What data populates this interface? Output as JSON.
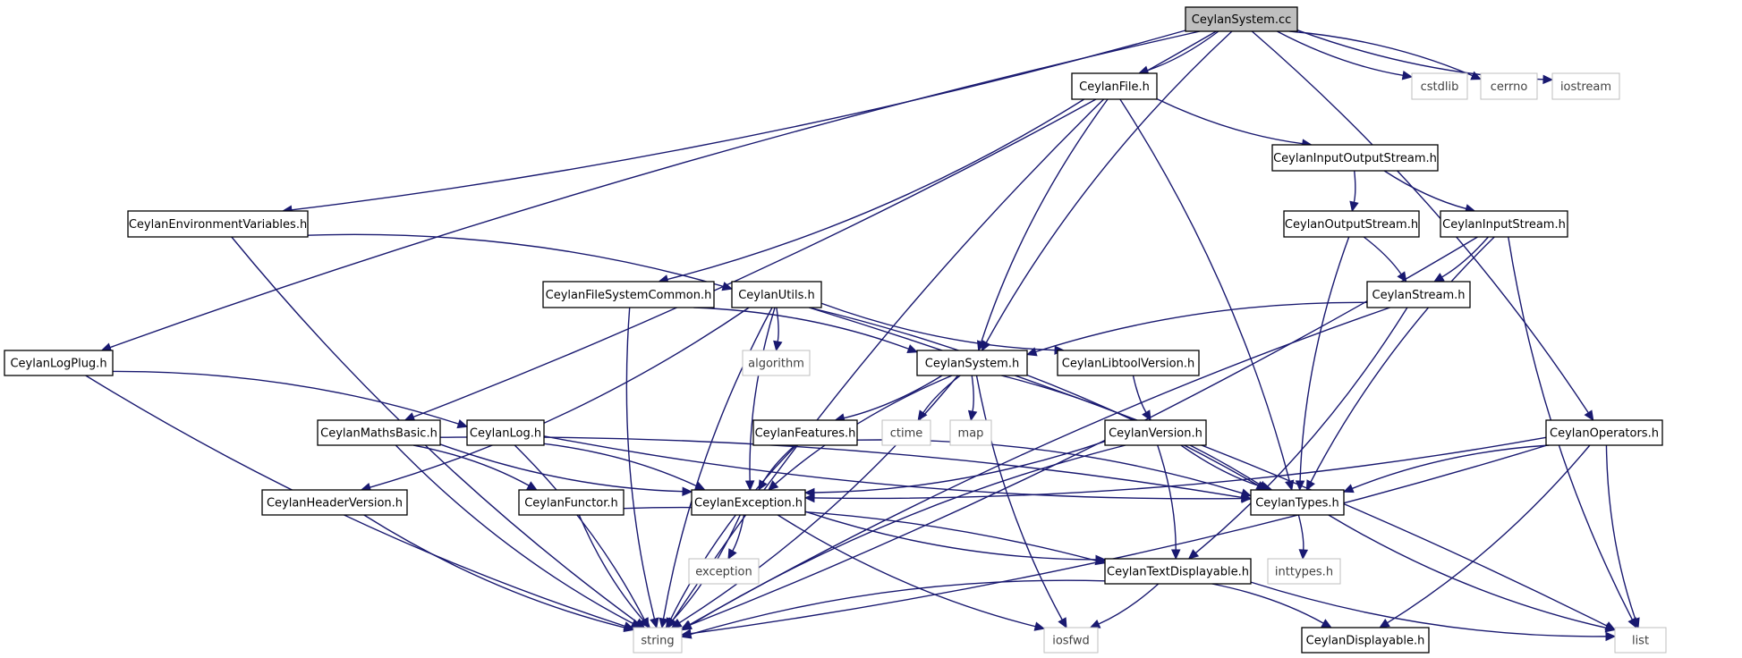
{
  "diagram": {
    "edge_color": "#191970",
    "root_fill": "#bfbfbf",
    "external_border": "#bfbfbf",
    "nodes": [
      {
        "id": "root",
        "label": "CeylanSystem.cc",
        "kind": "root"
      },
      {
        "id": "file",
        "label": "CeylanFile.h",
        "kind": "header"
      },
      {
        "id": "cstdlib",
        "label": "cstdlib",
        "kind": "external"
      },
      {
        "id": "cerrno",
        "label": "cerrno",
        "kind": "external"
      },
      {
        "id": "iostream",
        "label": "iostream",
        "kind": "external"
      },
      {
        "id": "envvars",
        "label": "CeylanEnvironmentVariables.h",
        "kind": "header"
      },
      {
        "id": "ios",
        "label": "CeylanInputOutputStream.h",
        "kind": "header"
      },
      {
        "id": "os",
        "label": "CeylanOutputStream.h",
        "kind": "header"
      },
      {
        "id": "is",
        "label": "CeylanInputStream.h",
        "kind": "header"
      },
      {
        "id": "fsc",
        "label": "CeylanFileSystemCommon.h",
        "kind": "header"
      },
      {
        "id": "utils",
        "label": "CeylanUtils.h",
        "kind": "header"
      },
      {
        "id": "stream",
        "label": "CeylanStream.h",
        "kind": "header"
      },
      {
        "id": "logplug",
        "label": "CeylanLogPlug.h",
        "kind": "header"
      },
      {
        "id": "algorithm",
        "label": "algorithm",
        "kind": "external"
      },
      {
        "id": "system",
        "label": "CeylanSystem.h",
        "kind": "header"
      },
      {
        "id": "libtool",
        "label": "CeylanLibtoolVersion.h",
        "kind": "header"
      },
      {
        "id": "maths",
        "label": "CeylanMathsBasic.h",
        "kind": "header"
      },
      {
        "id": "log",
        "label": "CeylanLog.h",
        "kind": "header"
      },
      {
        "id": "features",
        "label": "CeylanFeatures.h",
        "kind": "header"
      },
      {
        "id": "ctime",
        "label": "ctime",
        "kind": "external"
      },
      {
        "id": "map",
        "label": "map",
        "kind": "external"
      },
      {
        "id": "version",
        "label": "CeylanVersion.h",
        "kind": "header"
      },
      {
        "id": "operators",
        "label": "CeylanOperators.h",
        "kind": "header"
      },
      {
        "id": "headerver",
        "label": "CeylanHeaderVersion.h",
        "kind": "header"
      },
      {
        "id": "functor",
        "label": "CeylanFunctor.h",
        "kind": "header"
      },
      {
        "id": "exception",
        "label": "CeylanException.h",
        "kind": "header"
      },
      {
        "id": "types",
        "label": "CeylanTypes.h",
        "kind": "header"
      },
      {
        "id": "exceptionstd",
        "label": "exception",
        "kind": "external"
      },
      {
        "id": "textdisp",
        "label": "CeylanTextDisplayable.h",
        "kind": "header"
      },
      {
        "id": "inttypes",
        "label": "inttypes.h",
        "kind": "external"
      },
      {
        "id": "string",
        "label": "string",
        "kind": "external"
      },
      {
        "id": "iosfwd",
        "label": "iosfwd",
        "kind": "external"
      },
      {
        "id": "displayable",
        "label": "CeylanDisplayable.h",
        "kind": "header"
      },
      {
        "id": "list",
        "label": "list",
        "kind": "external"
      }
    ],
    "edges": [
      [
        "root",
        "file"
      ],
      [
        "root",
        "cstdlib"
      ],
      [
        "root",
        "cerrno"
      ],
      [
        "root",
        "iostream"
      ],
      [
        "root",
        "envvars"
      ],
      [
        "root",
        "logplug"
      ],
      [
        "root",
        "maths"
      ],
      [
        "root",
        "system"
      ],
      [
        "root",
        "operators"
      ],
      [
        "file",
        "ios"
      ],
      [
        "file",
        "fsc"
      ],
      [
        "file",
        "system"
      ],
      [
        "file",
        "types"
      ],
      [
        "file",
        "string"
      ],
      [
        "ios",
        "os"
      ],
      [
        "ios",
        "is"
      ],
      [
        "os",
        "stream"
      ],
      [
        "os",
        "types"
      ],
      [
        "is",
        "stream"
      ],
      [
        "is",
        "types"
      ],
      [
        "is",
        "string"
      ],
      [
        "is",
        "list"
      ],
      [
        "envvars",
        "utils"
      ],
      [
        "envvars",
        "string"
      ],
      [
        "fsc",
        "system"
      ],
      [
        "fsc",
        "string"
      ],
      [
        "utils",
        "algorithm"
      ],
      [
        "utils",
        "libtool"
      ],
      [
        "utils",
        "headerver"
      ],
      [
        "utils",
        "exception"
      ],
      [
        "utils",
        "types"
      ],
      [
        "utils",
        "string"
      ],
      [
        "utils",
        "list"
      ],
      [
        "stream",
        "system"
      ],
      [
        "stream",
        "textdisp"
      ],
      [
        "stream",
        "string"
      ],
      [
        "logplug",
        "log"
      ],
      [
        "logplug",
        "string"
      ],
      [
        "system",
        "features"
      ],
      [
        "system",
        "ctime"
      ],
      [
        "system",
        "map"
      ],
      [
        "system",
        "exception"
      ],
      [
        "system",
        "types"
      ],
      [
        "system",
        "iosfwd"
      ],
      [
        "system",
        "string"
      ],
      [
        "libtool",
        "version"
      ],
      [
        "maths",
        "functor"
      ],
      [
        "maths",
        "exception"
      ],
      [
        "maths",
        "types"
      ],
      [
        "maths",
        "string"
      ],
      [
        "log",
        "exception"
      ],
      [
        "log",
        "types"
      ],
      [
        "log",
        "string"
      ],
      [
        "features",
        "exception"
      ],
      [
        "features",
        "types"
      ],
      [
        "features",
        "string"
      ],
      [
        "version",
        "exception"
      ],
      [
        "version",
        "types"
      ],
      [
        "version",
        "textdisp"
      ],
      [
        "version",
        "string"
      ],
      [
        "operators",
        "exception"
      ],
      [
        "operators",
        "types"
      ],
      [
        "operators",
        "displayable"
      ],
      [
        "operators",
        "list"
      ],
      [
        "operators",
        "string"
      ],
      [
        "headerver",
        "string"
      ],
      [
        "functor",
        "textdisp"
      ],
      [
        "functor",
        "string"
      ],
      [
        "exception",
        "exceptionstd"
      ],
      [
        "exception",
        "textdisp"
      ],
      [
        "exception",
        "string"
      ],
      [
        "exception",
        "iosfwd"
      ],
      [
        "types",
        "inttypes"
      ],
      [
        "types",
        "list"
      ],
      [
        "textdisp",
        "displayable"
      ],
      [
        "textdisp",
        "string"
      ],
      [
        "textdisp",
        "iosfwd"
      ],
      [
        "textdisp",
        "list"
      ]
    ]
  }
}
